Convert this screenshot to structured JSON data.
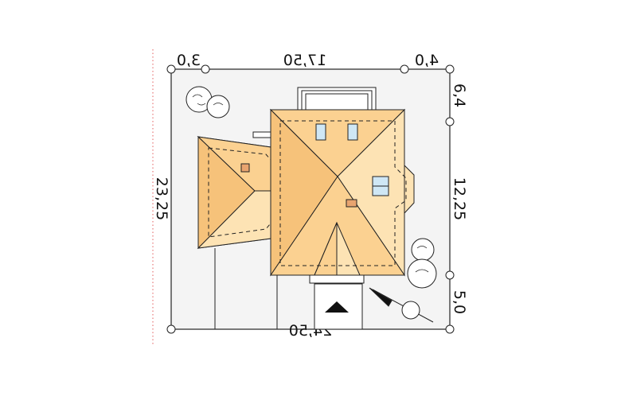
{
  "dimensions": {
    "top_left": "3,0",
    "top_middle": "17,50",
    "top_right": "4,0",
    "bottom": "24,50",
    "left": "23,25",
    "right_top": "6,4",
    "right_middle": "12,25",
    "right_bottom": "5,0"
  },
  "colors": {
    "plot_fill": "#f4f4f4",
    "roof_light": "#fde3b4",
    "roof_mid": "#fbd191",
    "roof_dark": "#f6c27a",
    "outline": "#222222",
    "window": "#cfe7f5",
    "chimney": "#e8a46f"
  },
  "icons": {
    "north_arrow": "north-arrow-icon",
    "entrance": "entrance-triangle-icon",
    "trees": "tree-icon"
  }
}
